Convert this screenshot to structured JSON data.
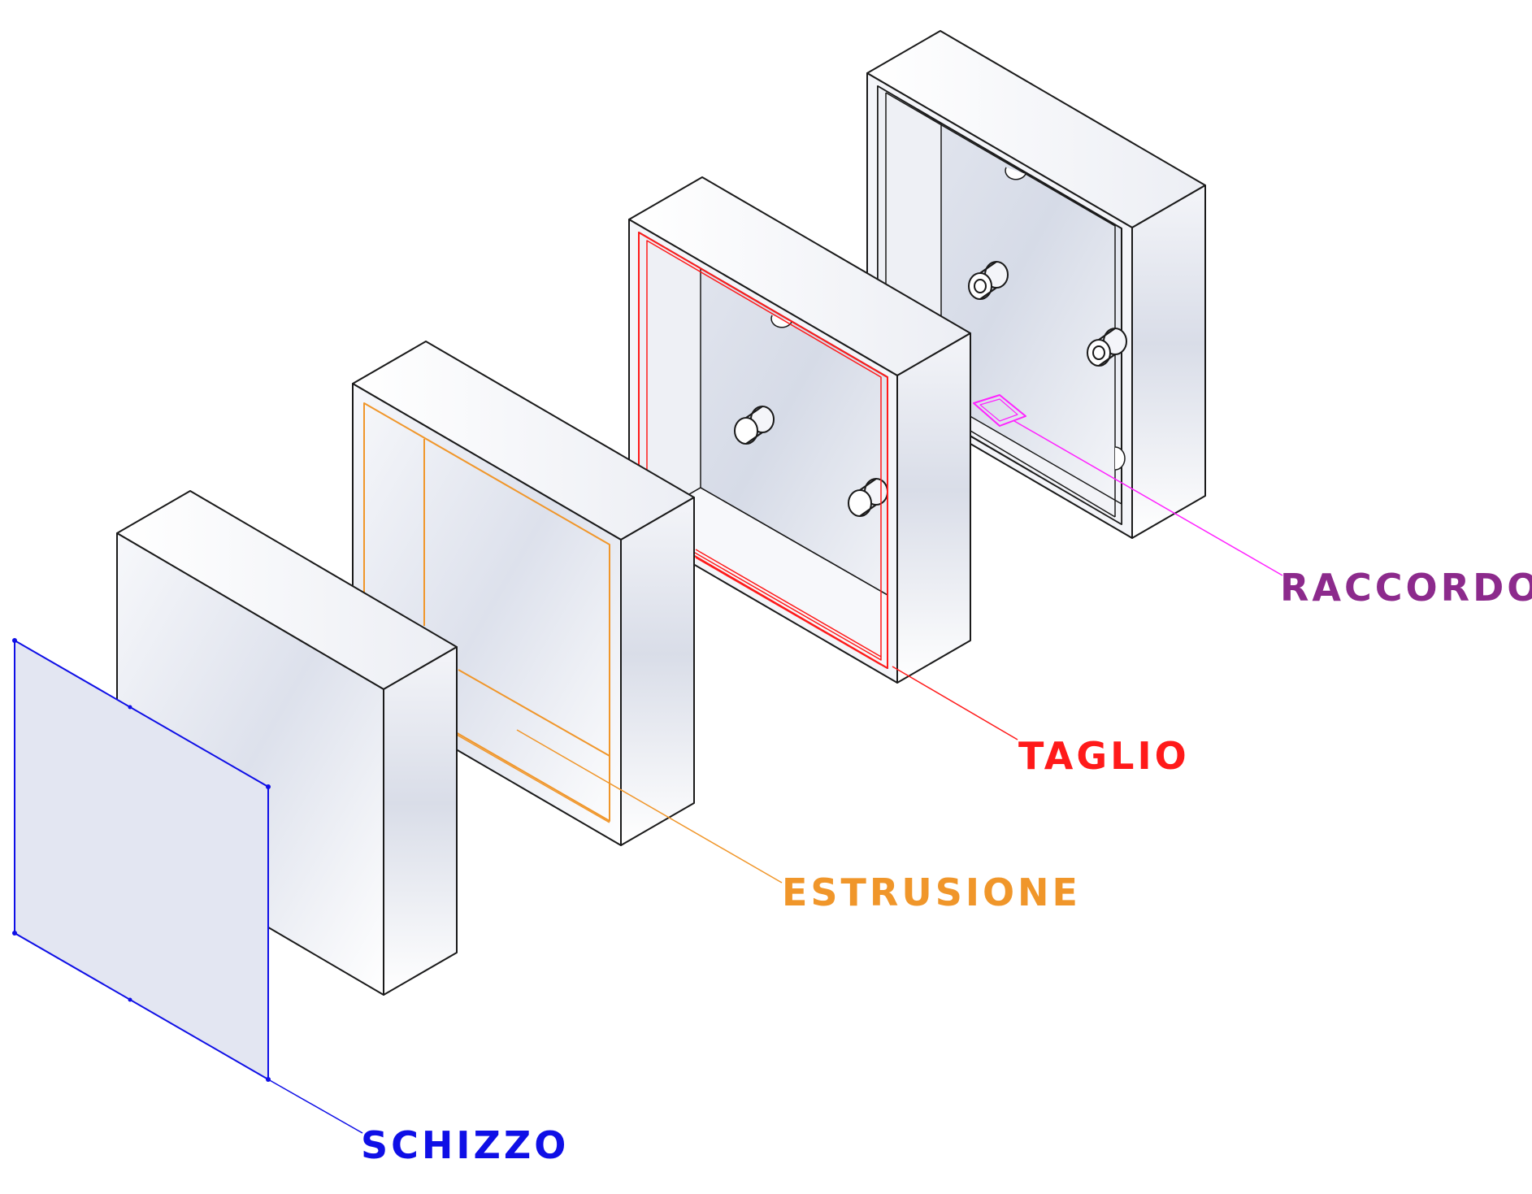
{
  "labels": {
    "schizzo": "SCHIZZO",
    "estrusione": "ESTRUSIONE",
    "taglio": "TAGLIO",
    "raccordo": "RACCORDO"
  },
  "colors": {
    "schizzo": "#0f0fe6",
    "estrusione": "#f0962a",
    "taglio": "#ff1a1a",
    "raccordo": "#8c2a8c",
    "raccordo_line": "#ff22ff",
    "outline": "#1a1a1a",
    "face_light": "#ffffff",
    "face_mid": "#dde1ec",
    "sketch_fill": "#e3e6f2"
  }
}
